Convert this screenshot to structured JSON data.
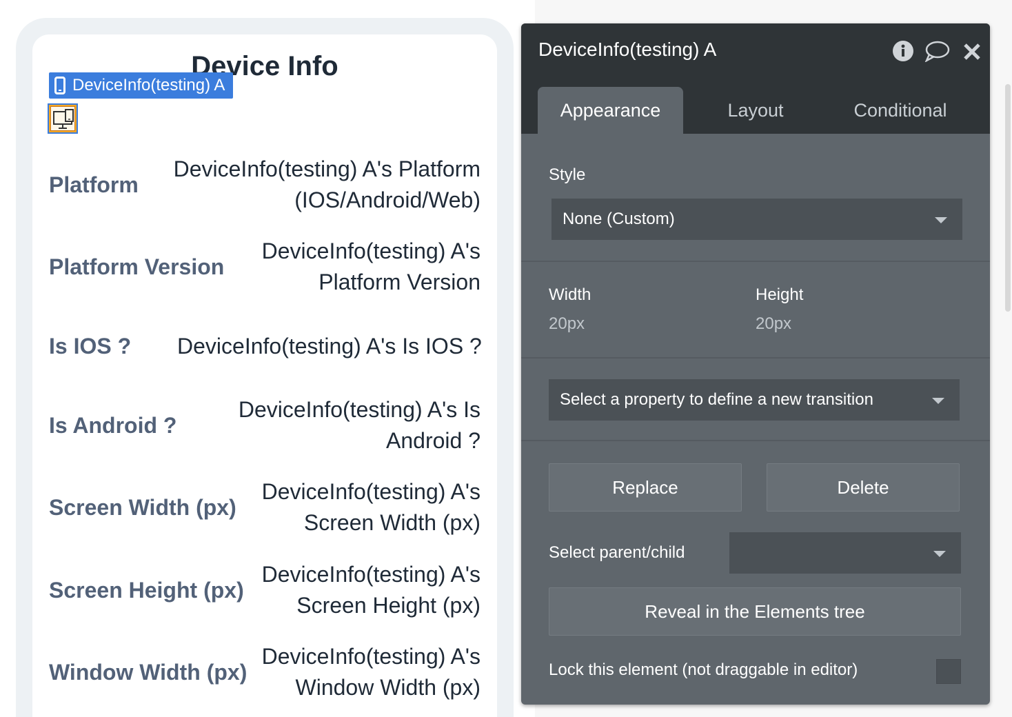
{
  "canvas": {
    "page_title": "Device Info",
    "element_badge": "DeviceInfo(testing) A",
    "rows": [
      {
        "label": "Platform",
        "value": "DeviceInfo(testing) A's Platform (IOS/Android/Web)"
      },
      {
        "label": "Platform Version",
        "value": "DeviceInfo(testing) A's Platform Version"
      },
      {
        "label": "Is IOS ?",
        "value": "DeviceInfo(testing) A's Is IOS ?"
      },
      {
        "label": "Is Android ?",
        "value": "DeviceInfo(testing) A's Is Android ?"
      },
      {
        "label": "Screen Width (px)",
        "value": "DeviceInfo(testing) A's Screen Width (px)"
      },
      {
        "label": "Screen Height (px)",
        "value": "DeviceInfo(testing) A's Screen Height (px)"
      },
      {
        "label": "Window Width (px)",
        "value": "DeviceInfo(testing) A's Window Width (px)"
      }
    ]
  },
  "panel": {
    "title": "DeviceInfo(testing) A",
    "header_icons": [
      "info-icon",
      "comment-icon",
      "close-icon"
    ],
    "tabs": [
      "Appearance",
      "Layout",
      "Conditional"
    ],
    "active_tab": "Appearance",
    "style_label": "Style",
    "style_value": "None (Custom)",
    "width_label": "Width",
    "width_value": "20px",
    "height_label": "Height",
    "height_value": "20px",
    "transition_placeholder": "Select a property to define a new transition",
    "replace_label": "Replace",
    "delete_label": "Delete",
    "parent_child_label": "Select parent/child",
    "parent_child_value": "",
    "reveal_label": "Reveal in the Elements tree",
    "lock_label": "Lock this element (not draggable in editor)"
  },
  "colors": {
    "badge": "#3b7ddd",
    "panel_bg": "#5f666c",
    "panel_header": "#2f3437",
    "row_label": "#526178",
    "row_value": "#1f2a37"
  }
}
